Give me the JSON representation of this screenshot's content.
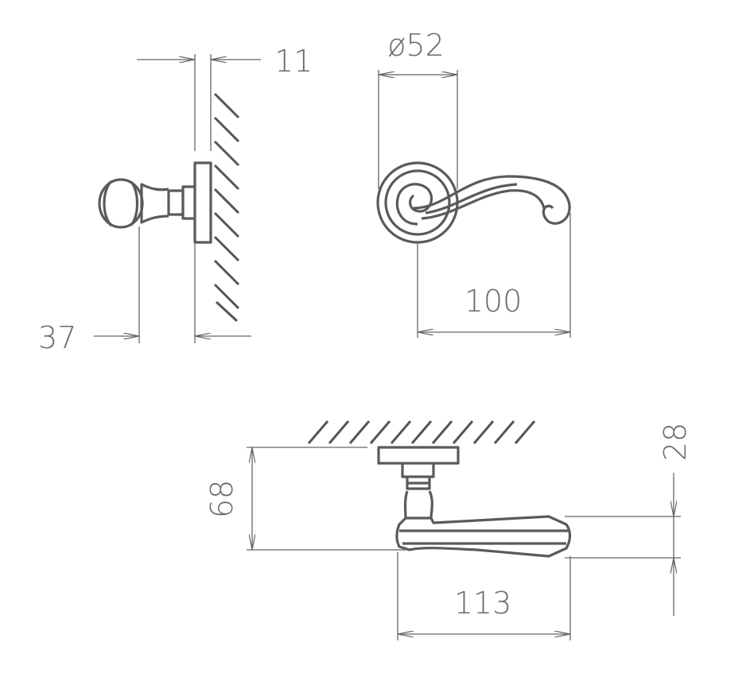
{
  "drawing": {
    "side_view": {
      "thickness_label": "11",
      "projection_label": "37"
    },
    "front_view": {
      "rose_diameter_label": "ø52",
      "length_label": "100"
    },
    "top_view": {
      "height_label": "68",
      "length_label": "113",
      "lever_width_label": "28"
    }
  },
  "colors": {
    "line": "#5a5a5a",
    "text": "#6a6a6a"
  }
}
